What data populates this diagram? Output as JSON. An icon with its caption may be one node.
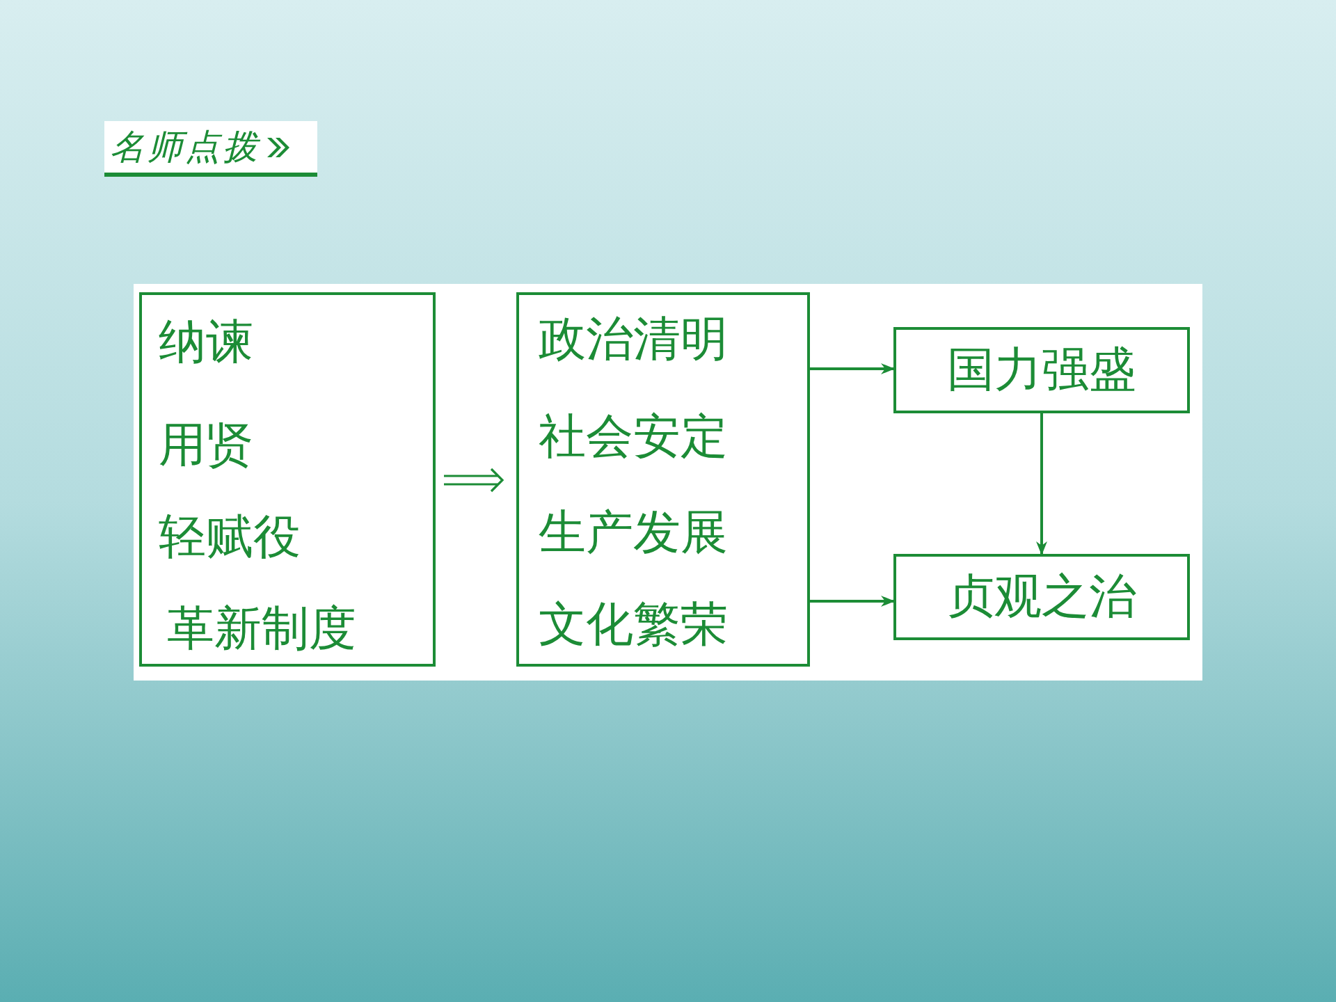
{
  "diagram": {
    "title": "名师点拨",
    "nodes": [
      {
        "text": [
          "纳谏",
          "用贤",
          "轻赋役",
          "革新制度"
        ]
      },
      {
        "text": [
          "政治清明",
          "社会安定",
          "生产发展",
          "文化繁荣"
        ]
      },
      {
        "text": [
          "国力强盛"
        ]
      },
      {
        "text": [
          "贞观之治"
        ]
      }
    ],
    "edges": [
      {
        "from": 0,
        "to": 1,
        "arrow": "to"
      },
      {
        "from": 1,
        "to": 2,
        "arrow": "to"
      },
      {
        "from": 2,
        "to": 3,
        "arrow": "to"
      },
      {
        "from": 1,
        "to": 3,
        "arrow": "to"
      }
    ]
  }
}
